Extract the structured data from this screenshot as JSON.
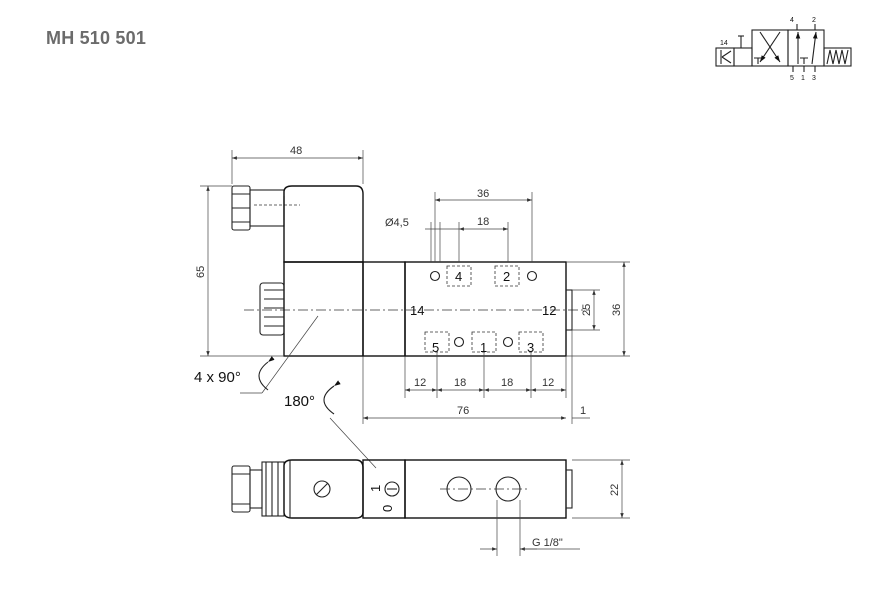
{
  "title": "MH 510 501",
  "symbol": {
    "port_14": "14",
    "port_4": "4",
    "port_2": "2",
    "port_5": "5",
    "port_1": "1",
    "port_3": "3"
  },
  "dims": {
    "width_48": "48",
    "height_65": "65",
    "spacing_36": "36",
    "hole_dia": "Ø4,5",
    "spacing_18": "18",
    "height_25": "25",
    "height_36": "36",
    "bottom_12a": "12",
    "bottom_18a": "18",
    "bottom_18b": "18",
    "bottom_12b": "12",
    "length_76": "76",
    "offset_1": "1",
    "height_22": "22",
    "thread": "G 1/8\""
  },
  "ports": {
    "p4": "4",
    "p2": "2",
    "p14": "14",
    "p12": "12",
    "p5": "5",
    "p1": "1",
    "p3": "3"
  },
  "rotation": {
    "coil": "4 x 90°",
    "connector": "180°"
  },
  "switch": {
    "on": "1",
    "off": "0"
  }
}
